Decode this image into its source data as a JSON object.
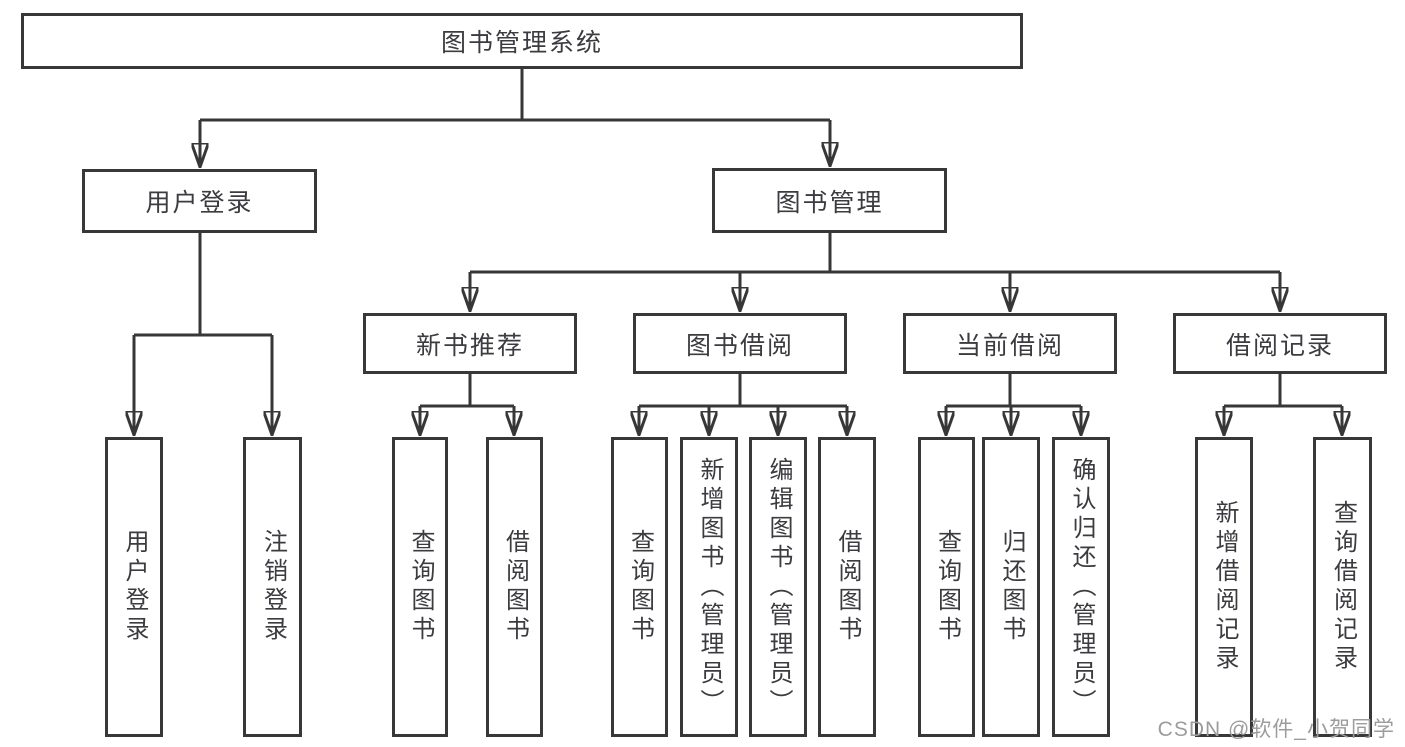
{
  "diagram": {
    "root": {
      "label": "图书管理系统"
    },
    "level1": [
      {
        "label": "用户登录",
        "parent": "图书管理系统"
      },
      {
        "label": "图书管理",
        "parent": "图书管理系统"
      }
    ],
    "level2": [
      {
        "label": "新书推荐",
        "parent": "图书管理"
      },
      {
        "label": "图书借阅",
        "parent": "图书管理"
      },
      {
        "label": "当前借阅",
        "parent": "图书管理"
      },
      {
        "label": "借阅记录",
        "parent": "图书管理"
      }
    ],
    "leaves": [
      {
        "label": "用户登录",
        "parent": "用户登录"
      },
      {
        "label": "注销登录",
        "parent": "用户登录"
      },
      {
        "label": "查询图书",
        "parent": "新书推荐"
      },
      {
        "label": "借阅图书",
        "parent": "新书推荐"
      },
      {
        "label": "查询图书",
        "parent": "图书借阅"
      },
      {
        "label": "新增图书（管理员）",
        "parent": "图书借阅"
      },
      {
        "label": "编辑图书（管理员）",
        "parent": "图书借阅"
      },
      {
        "label": "借阅图书",
        "parent": "图书借阅"
      },
      {
        "label": "查询图书",
        "parent": "当前借阅"
      },
      {
        "label": "归还图书",
        "parent": "当前借阅"
      },
      {
        "label": "确认归还（管理员）",
        "parent": "当前借阅"
      },
      {
        "label": "新增借阅记录",
        "parent": "借阅记录"
      },
      {
        "label": "查询借阅记录",
        "parent": "借阅记录"
      }
    ]
  },
  "watermark": "CSDN @软件_小贺同学",
  "colors": {
    "line": "#373737",
    "box_border": "#383838",
    "text": "#3b3b40",
    "background": "#ffffff",
    "watermark": "#9c9c9c"
  }
}
